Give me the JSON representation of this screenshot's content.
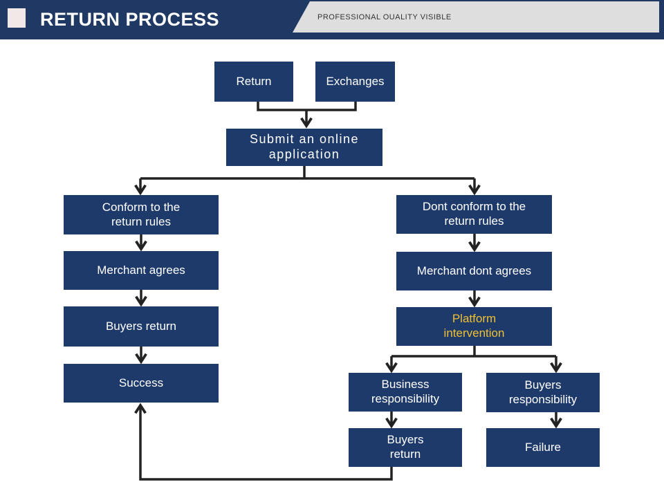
{
  "header": {
    "title": "RETURN PROCESS",
    "subtitle": "PROFESSIONAL OUALITY VISIBLE",
    "bar_color": "#1f3864",
    "ribbon_color": "#dedede"
  },
  "colors": {
    "node_fill": "#1e3a6b",
    "node_text": "#ffffff",
    "highlight_text": "#f0c033",
    "connector": "#222222"
  },
  "nodes": {
    "return": {
      "label": "Return"
    },
    "exchanges": {
      "label": "Exchanges"
    },
    "submit": {
      "label": "Submit an online\napplication"
    },
    "conform": {
      "label": "Conform to the\nreturn rules"
    },
    "dont_conform": {
      "label": "Dont conform to the\nreturn rules"
    },
    "merchant_agrees": {
      "label": "Merchant agrees"
    },
    "merchant_dont_agrees": {
      "label": "Merchant dont agrees"
    },
    "buyers_return": {
      "label": "Buyers return"
    },
    "platform_intervention": {
      "label": "Platform\nintervention",
      "highlight": true
    },
    "success": {
      "label": "Success"
    },
    "business_responsibility": {
      "label": "Business\nresponsibility"
    },
    "buyers_responsibility": {
      "label": "Buyers\nresponsibility"
    },
    "buyers_return_2": {
      "label": "Buyers\nreturn"
    },
    "failure": {
      "label": "Failure"
    }
  },
  "edges": [
    {
      "from": "Return",
      "to": "Submit an online application"
    },
    {
      "from": "Exchanges",
      "to": "Submit an online application"
    },
    {
      "from": "Submit an online application",
      "to": "Conform to the return rules"
    },
    {
      "from": "Submit an online application",
      "to": "Dont conform to the return rules"
    },
    {
      "from": "Conform to the return rules",
      "to": "Merchant agrees"
    },
    {
      "from": "Merchant agrees",
      "to": "Buyers return"
    },
    {
      "from": "Buyers return",
      "to": "Success"
    },
    {
      "from": "Dont conform to the return rules",
      "to": "Merchant dont agrees"
    },
    {
      "from": "Merchant dont agrees",
      "to": "Platform intervention"
    },
    {
      "from": "Platform intervention",
      "to": "Business responsibility"
    },
    {
      "from": "Platform intervention",
      "to": "Buyers responsibility"
    },
    {
      "from": "Business responsibility",
      "to": "Buyers return (2)"
    },
    {
      "from": "Buyers responsibility",
      "to": "Failure"
    },
    {
      "from": "Buyers return (2)",
      "to": "Success"
    }
  ]
}
